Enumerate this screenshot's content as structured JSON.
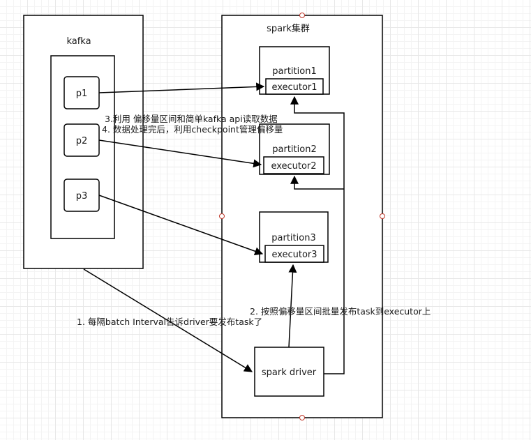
{
  "nodes": {
    "kafka": "kafka",
    "p1": "p1",
    "p2": "p2",
    "p3": "p3",
    "spark_cluster": "spark集群",
    "partition1": "partition1",
    "executor1": "executor1",
    "partition2": "partition2",
    "executor2": "executor2",
    "partition3": "partition3",
    "executor3": "executor3",
    "spark_driver": "spark driver"
  },
  "annotations": {
    "step1": "1. 每隔batch Interval告诉driver要发布task了",
    "step2": "2. 按照偏移量区间批量发布task到executor上",
    "step3": "3.利用 偏移量区间和简单kafka api读取数据",
    "step4": "4. 数据处理完后，利用checkpoint管理偏移量"
  },
  "colors": {
    "stroke": "#000000",
    "handle": "#c0392b",
    "grid": "#e8e8e8"
  }
}
